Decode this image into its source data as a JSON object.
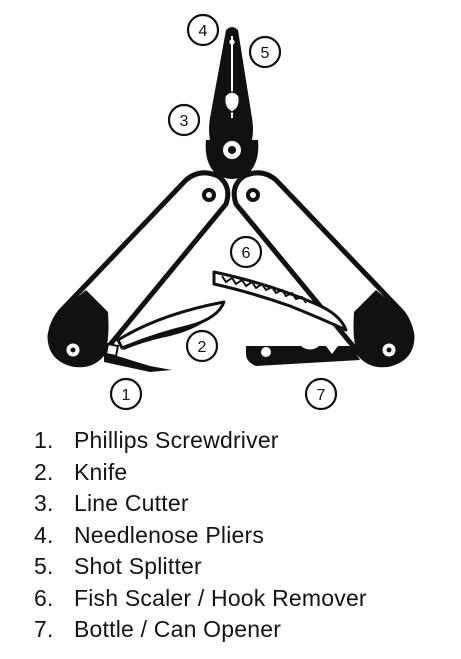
{
  "callouts": [
    {
      "number": "1"
    },
    {
      "number": "2"
    },
    {
      "number": "3"
    },
    {
      "number": "4"
    },
    {
      "number": "5"
    },
    {
      "number": "6"
    },
    {
      "number": "7"
    }
  ],
  "legend": [
    {
      "number": "1.",
      "label": "Phillips Screwdriver"
    },
    {
      "number": "2.",
      "label": "Knife"
    },
    {
      "number": "3.",
      "label": "Line Cutter"
    },
    {
      "number": "4.",
      "label": "Needlenose Pliers"
    },
    {
      "number": "5.",
      "label": "Shot Splitter"
    },
    {
      "number": "6.",
      "label": "Fish Scaler / Hook Remover"
    },
    {
      "number": "7.",
      "label": "Bottle / Can Opener"
    }
  ],
  "colors": {
    "ink": "#111111",
    "tool_body": "#ffffff",
    "background": "#ffffff"
  }
}
